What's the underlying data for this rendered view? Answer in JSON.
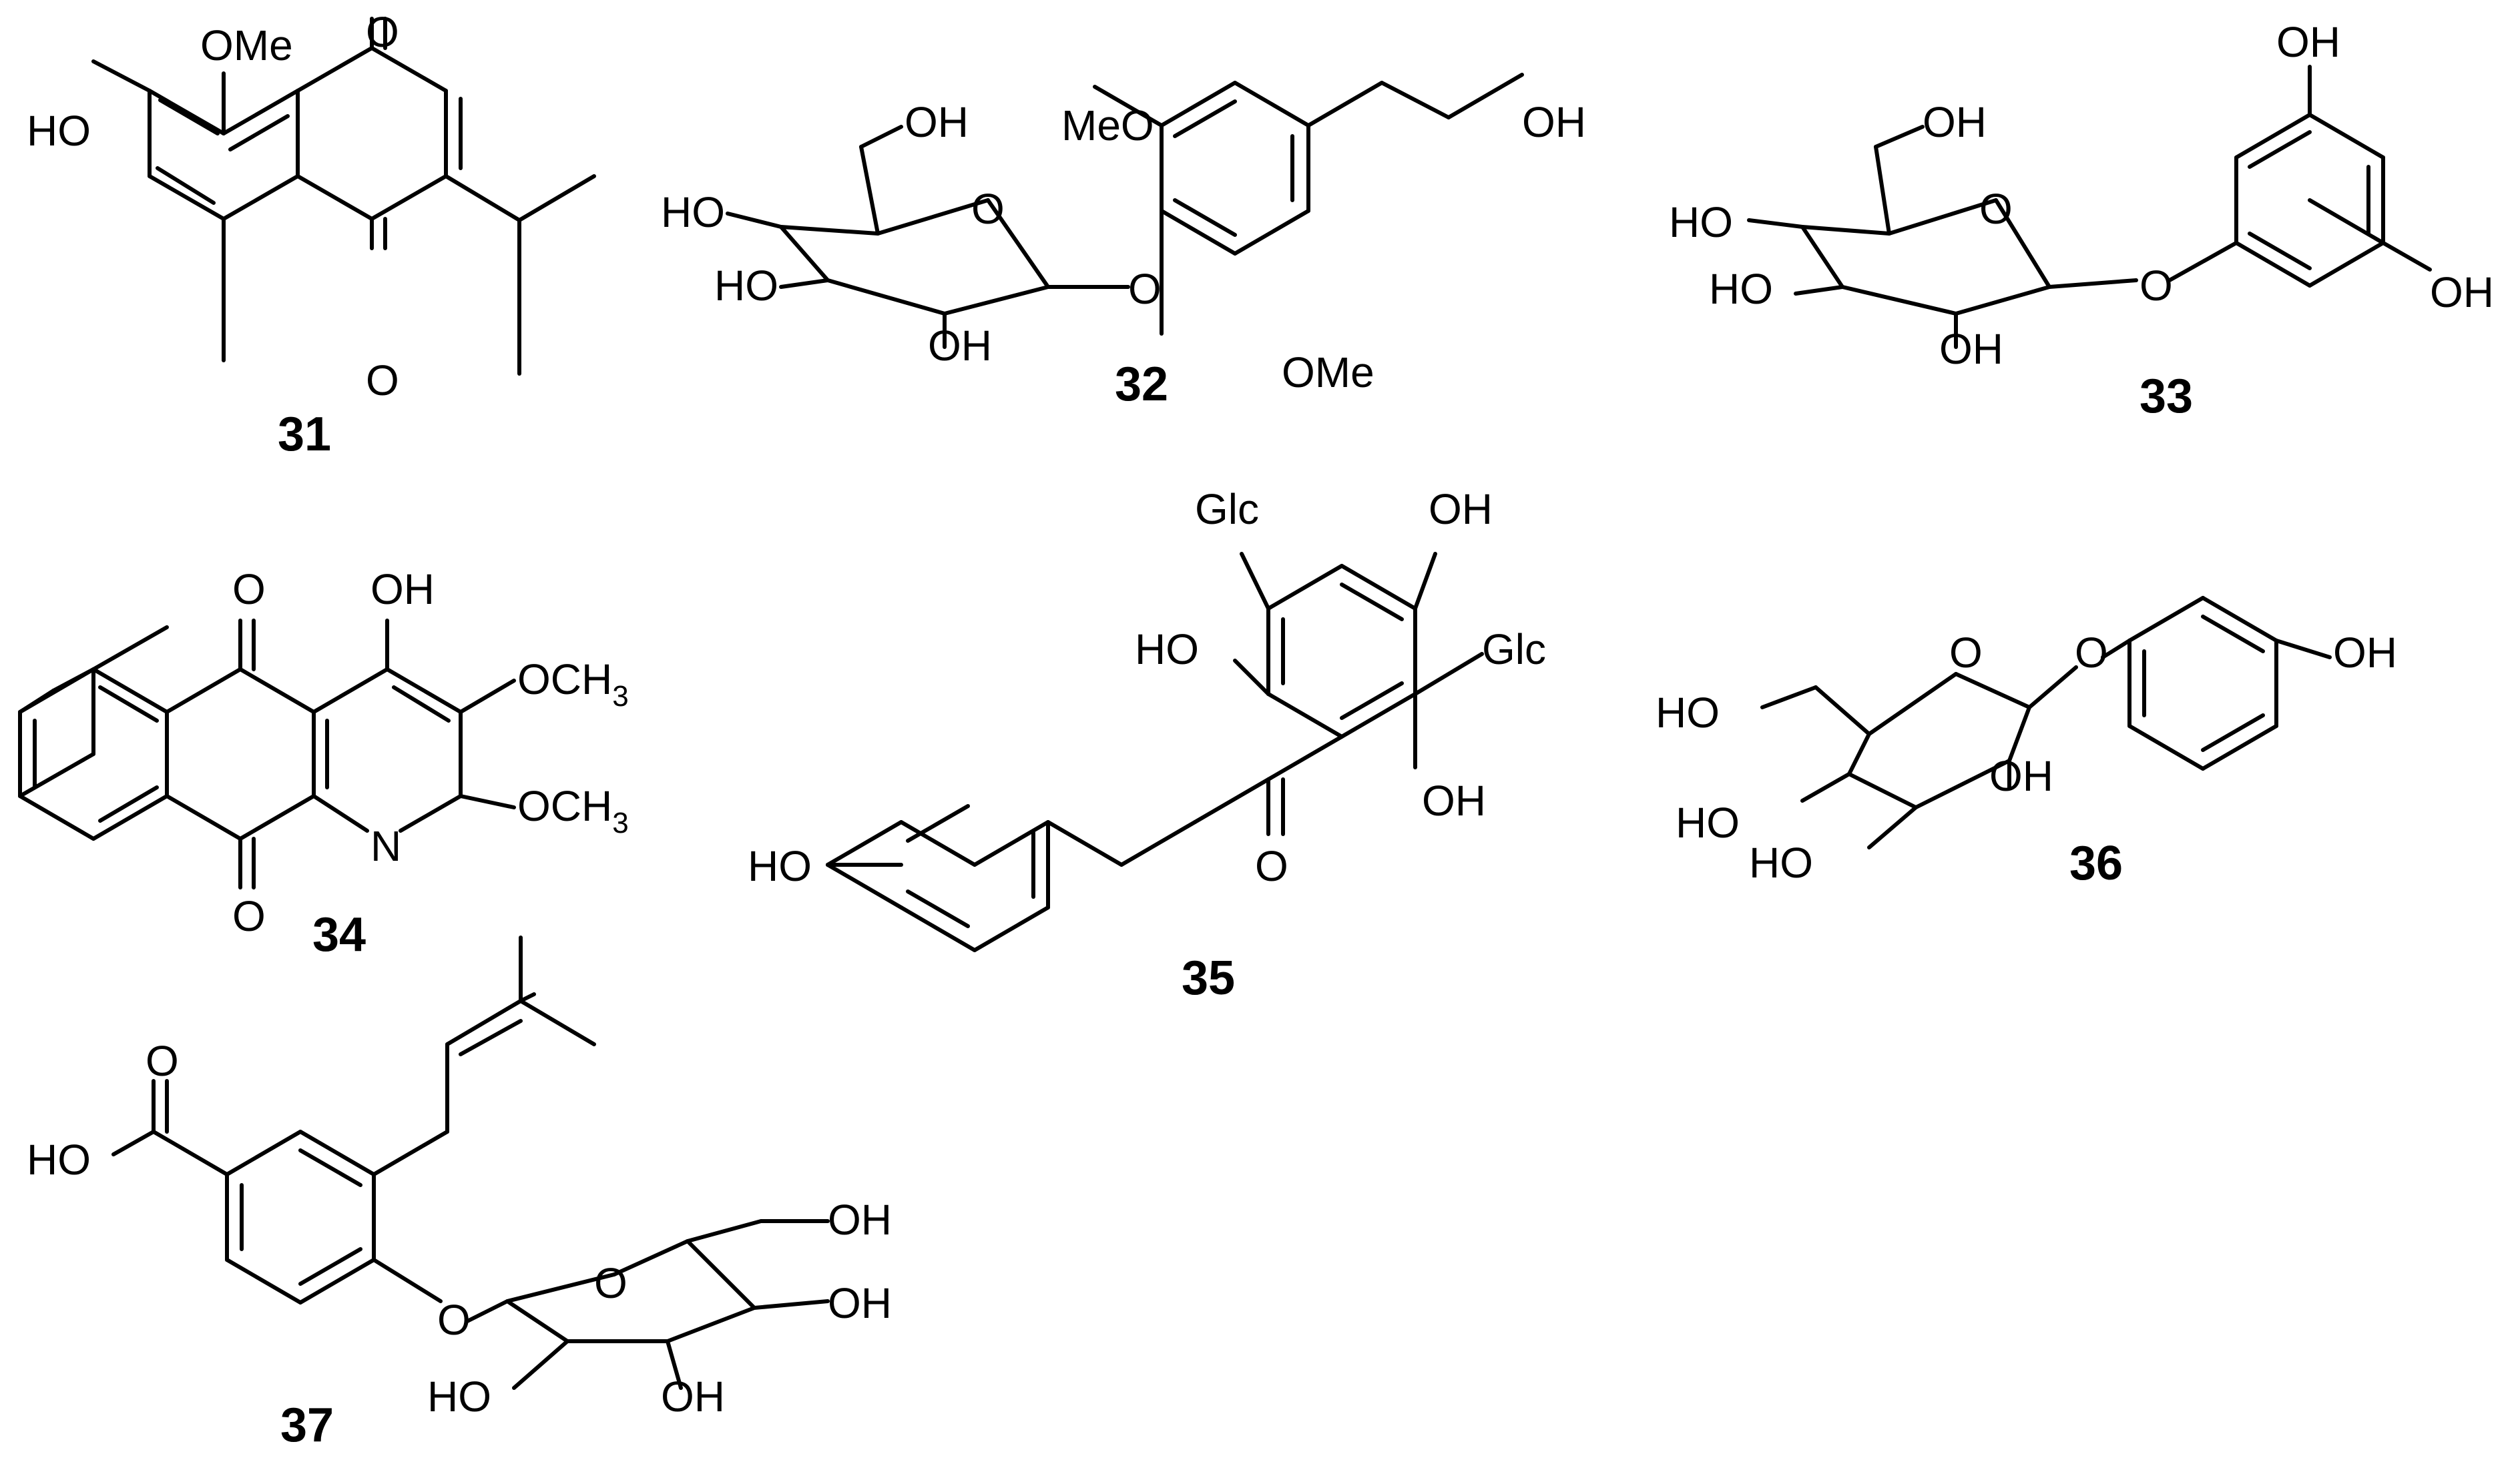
{
  "atoms": {
    "OMe": "OMe",
    "MeO": "MeO",
    "OH": "OH",
    "HO": "HO",
    "O": "O",
    "N": "N",
    "Glc": "Glc",
    "OCH": "OCH",
    "three": "3"
  },
  "compounds": [
    {
      "id": "31"
    },
    {
      "id": "32"
    },
    {
      "id": "33"
    },
    {
      "id": "34"
    },
    {
      "id": "35"
    },
    {
      "id": "36"
    },
    {
      "id": "37"
    }
  ]
}
